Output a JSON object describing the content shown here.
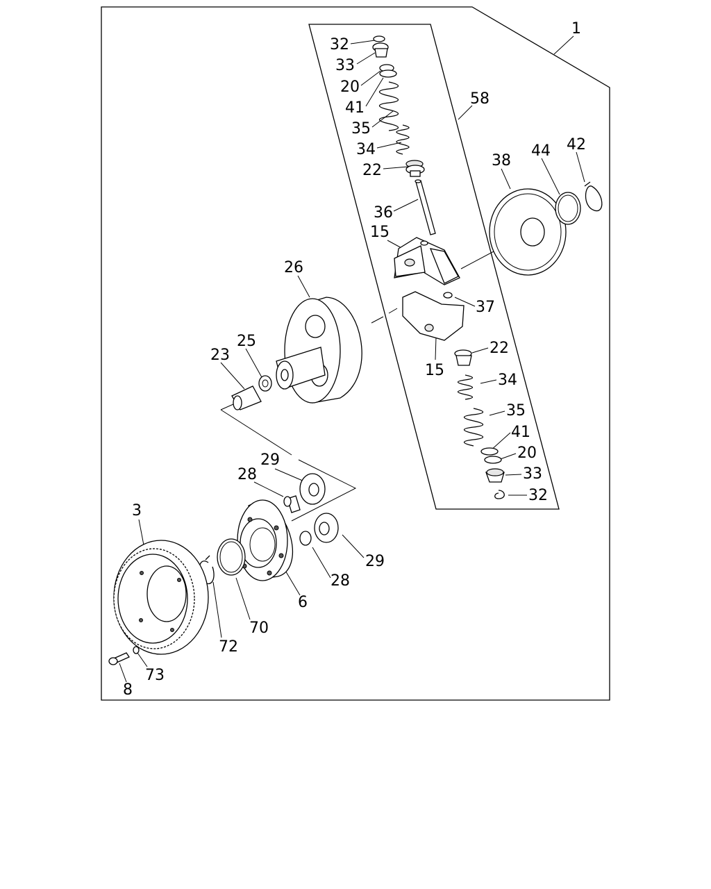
{
  "diagram": {
    "callouts": {
      "assembly": "1",
      "subassembly": "58",
      "top_32": "32",
      "top_33": "33",
      "top_20": "20",
      "top_41": "41",
      "top_35": "35",
      "top_34": "34",
      "top_22": "22",
      "pin_36": "36",
      "weight_upper_15": "15",
      "plate_38": "38",
      "ring_44": "44",
      "snap_42": "42",
      "housing_26": "26",
      "collar_25": "25",
      "sleeve_23": "23",
      "pin_37": "37",
      "weight_lower_15": "15",
      "bot_22": "22",
      "bot_34": "34",
      "bot_35": "35",
      "bot_41": "41",
      "bot_20": "20",
      "bot_33": "33",
      "bot_32": "32",
      "upper_29": "29",
      "upper_28": "28",
      "gear_3": "3",
      "lower_29": "29",
      "lower_28": "28",
      "hub_6": "6",
      "ring_70": "70",
      "snap_72": "72",
      "bolt_8": "8",
      "washer_73": "73"
    }
  }
}
